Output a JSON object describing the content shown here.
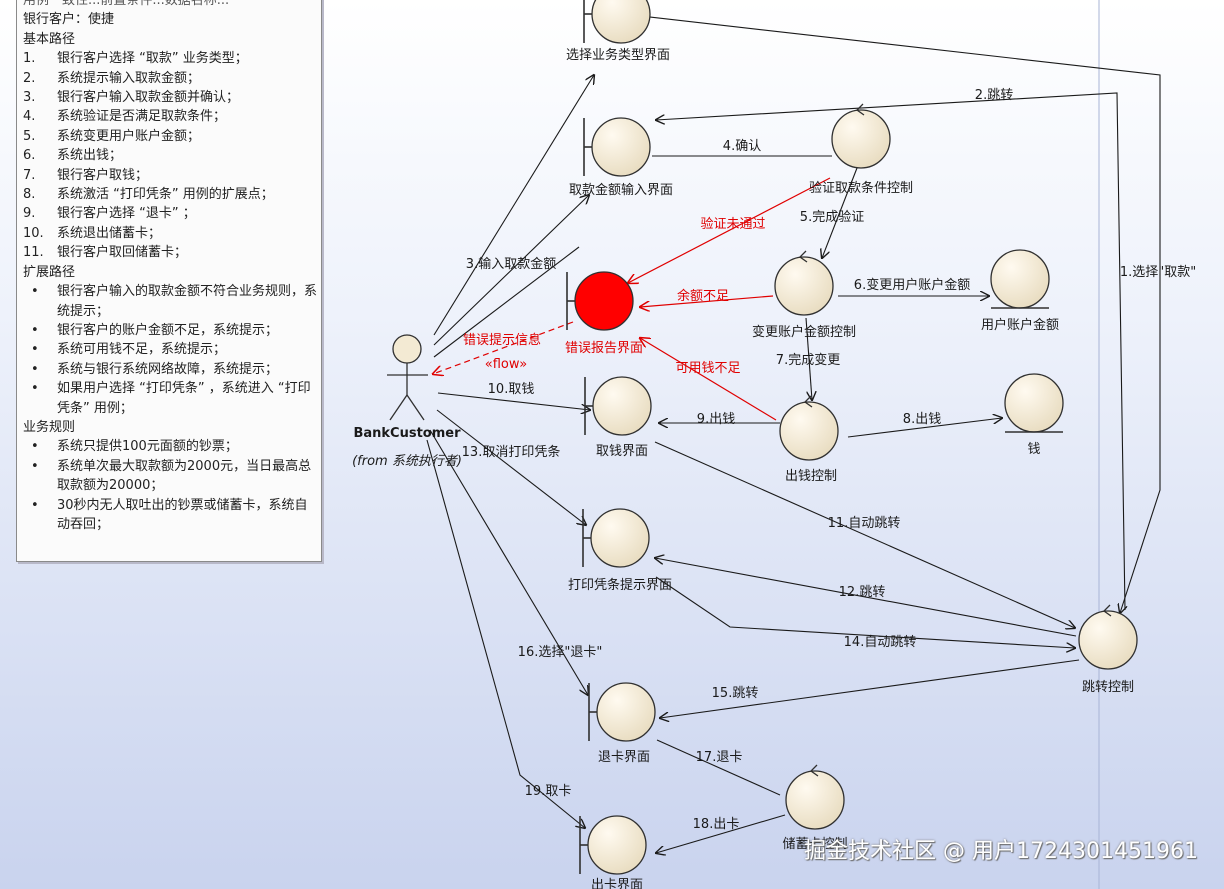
{
  "note": {
    "top_line": "用例一致性...前置条件...数据名称...",
    "actor_line": "银行客户：使捷",
    "basic_title": "基本路径",
    "basic_steps": [
      {
        "n": "1.",
        "t": "银行客户选择 “取款” 业务类型；"
      },
      {
        "n": "2.",
        "t": "系统提示输入取款金额；"
      },
      {
        "n": "3.",
        "t": "银行客户输入取款金额并确认；"
      },
      {
        "n": "4.",
        "t": "系统验证是否满足取款条件；"
      },
      {
        "n": "5.",
        "t": "系统变更用户账户金额；"
      },
      {
        "n": "6.",
        "t": "系统出钱；"
      },
      {
        "n": "7.",
        "t": "银行客户取钱；"
      },
      {
        "n": "8.",
        "t": "系统激活 “打印凭条” 用例的扩展点；"
      },
      {
        "n": "9.",
        "t": "银行客户选择 “退卡” ；"
      },
      {
        "n": "10.",
        "t": "系统退出储蓄卡；"
      },
      {
        "n": "11.",
        "t": "银行客户取回储蓄卡；"
      }
    ],
    "ext_title": "扩展路径",
    "ext_items": [
      "银行客户输入的取款金额不符合业务规则，系统提示；",
      "银行客户的账户金额不足，系统提示；",
      "系统可用钱不足，系统提示；",
      "系统与银行系统网络故障，系统提示；",
      "如果用户选择 “打印凭条” ，系统进入 “打印凭条” 用例；"
    ],
    "rules_title": "业务规则",
    "rule_items": [
      "系统只提供100元面额的钞票；",
      "系统单次最大取款额为2000元，当日最高总取款额为20000；",
      "30秒内无人取吐出的钞票或储蓄卡，系统自动吞回；"
    ],
    "bullet": "•"
  },
  "actor": {
    "name": "BankCustomer",
    "stereo": "(from 系统执行者)"
  },
  "nodes": [
    {
      "id": "select_ui",
      "kind": "boundary",
      "label": "选择业务类型界面"
    },
    {
      "id": "amount_ui",
      "kind": "boundary",
      "label": "取款金额输入界面"
    },
    {
      "id": "verify_ctrl",
      "kind": "control",
      "label": "验证取款条件控制"
    },
    {
      "id": "error_ui",
      "kind": "boundary",
      "label": "错误报告界面",
      "highlight": true
    },
    {
      "id": "change_ctrl",
      "kind": "control",
      "label": "变更账户金额控制"
    },
    {
      "id": "account_ent",
      "kind": "entity",
      "label": "用户账户金额"
    },
    {
      "id": "take_ui",
      "kind": "boundary",
      "label": "取钱界面"
    },
    {
      "id": "dispense_ctrl",
      "kind": "control",
      "label": "出钱控制"
    },
    {
      "id": "money_ent",
      "kind": "entity",
      "label": "钱"
    },
    {
      "id": "print_ui",
      "kind": "boundary",
      "label": "打印凭条提示界面"
    },
    {
      "id": "jump_ctrl",
      "kind": "control",
      "label": "跳转控制"
    },
    {
      "id": "eject_ui",
      "kind": "boundary",
      "label": "退卡界面"
    },
    {
      "id": "card_ctrl",
      "kind": "control",
      "label": "储蓄卡控制"
    },
    {
      "id": "out_ui",
      "kind": "boundary",
      "label": "出卡界面"
    }
  ],
  "messages": [
    {
      "id": "m1",
      "label": "1.选择\"取款\""
    },
    {
      "id": "m2",
      "label": "2.跳转"
    },
    {
      "id": "m3",
      "label": "3.输入取款金额"
    },
    {
      "id": "m4",
      "label": "4.确认"
    },
    {
      "id": "m5",
      "label": "5.完成验证"
    },
    {
      "id": "m6",
      "label": "6.变更用户账户金额"
    },
    {
      "id": "m7",
      "label": "7.完成变更"
    },
    {
      "id": "m8",
      "label": "8.出钱"
    },
    {
      "id": "m9",
      "label": "9.出钱"
    },
    {
      "id": "m10",
      "label": "10.取钱"
    },
    {
      "id": "m11",
      "label": "11.自动跳转"
    },
    {
      "id": "m12",
      "label": "12.跳转"
    },
    {
      "id": "m13",
      "label": "13.取消打印凭条"
    },
    {
      "id": "m14",
      "label": "14.自动跳转"
    },
    {
      "id": "m15",
      "label": "15.跳转"
    },
    {
      "id": "m16",
      "label": "16.选择\"退卡\""
    },
    {
      "id": "m17",
      "label": "17.退卡"
    },
    {
      "id": "m18",
      "label": "18.出卡"
    },
    {
      "id": "m19",
      "label": "19.取卡"
    },
    {
      "id": "e1",
      "label": "验证未通过",
      "red": true
    },
    {
      "id": "e2",
      "label": "余额不足",
      "red": true
    },
    {
      "id": "e3",
      "label": "可用钱不足",
      "red": true
    },
    {
      "id": "e4",
      "label": "错误提示信息",
      "red": true
    },
    {
      "id": "e5",
      "label": "«flow»",
      "red": true
    }
  ],
  "colors": {
    "element_fill": "#f3ead3",
    "element_stroke": "#303030",
    "error_fill": "#ff0000",
    "error_line": "#e00000"
  },
  "watermark": "掘金技术社区 @ 用户1724301451961"
}
